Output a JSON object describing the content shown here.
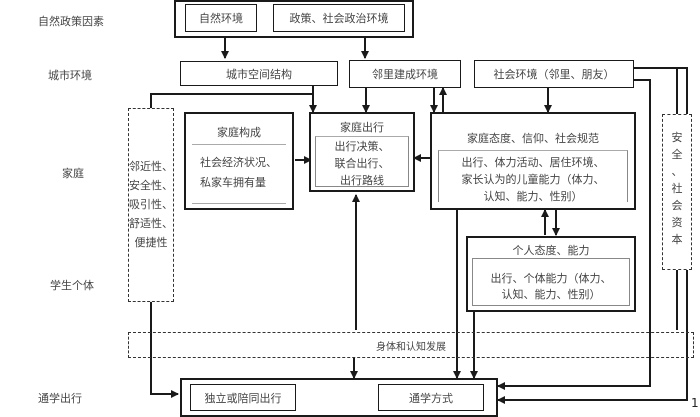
{
  "levels": {
    "natural_policy": "自然政策因素",
    "urban": "城市环境",
    "family": "家庭",
    "student": "学生个体",
    "commute": "通学出行"
  },
  "nodes": {
    "natural_env": "自然环境",
    "policy_env": "政策、社会政治环境",
    "urban_structure": "城市空间结构",
    "neighborhood_built": "邻里建成环境",
    "social_env": "社会环境（邻里、朋友）",
    "family_composition": {
      "title": "家庭构成",
      "lines": [
        "社会经济状况、",
        "私家车拥有量"
      ]
    },
    "family_travel": {
      "title": "家庭出行",
      "lines": [
        "出行决策、",
        "联合出行、",
        "出行路线"
      ]
    },
    "family_attitude": {
      "title": "家庭态度、信仰、社会规范",
      "lines": [
        "出行、体力活动、居住环境、",
        "家长认为的儿童能力（体力、",
        "认知、能力、性别）"
      ]
    },
    "personal_attitude": {
      "title": "个人态度、能力",
      "lines": [
        "出行、个体能力（体力、",
        "认知、能力、性别）"
      ]
    },
    "neighborhood_qualities": [
      "邻近性、",
      "安全性、",
      "吸引性、",
      "舒适性、",
      "便捷性"
    ],
    "safety_social_capital": [
      "安",
      "全",
      "、",
      "社",
      "会",
      "资",
      "本"
    ],
    "development": "身体和认知发展",
    "independent_travel": "独立或陪同出行",
    "commute_mode": "通学方式"
  },
  "page_number": "1"
}
